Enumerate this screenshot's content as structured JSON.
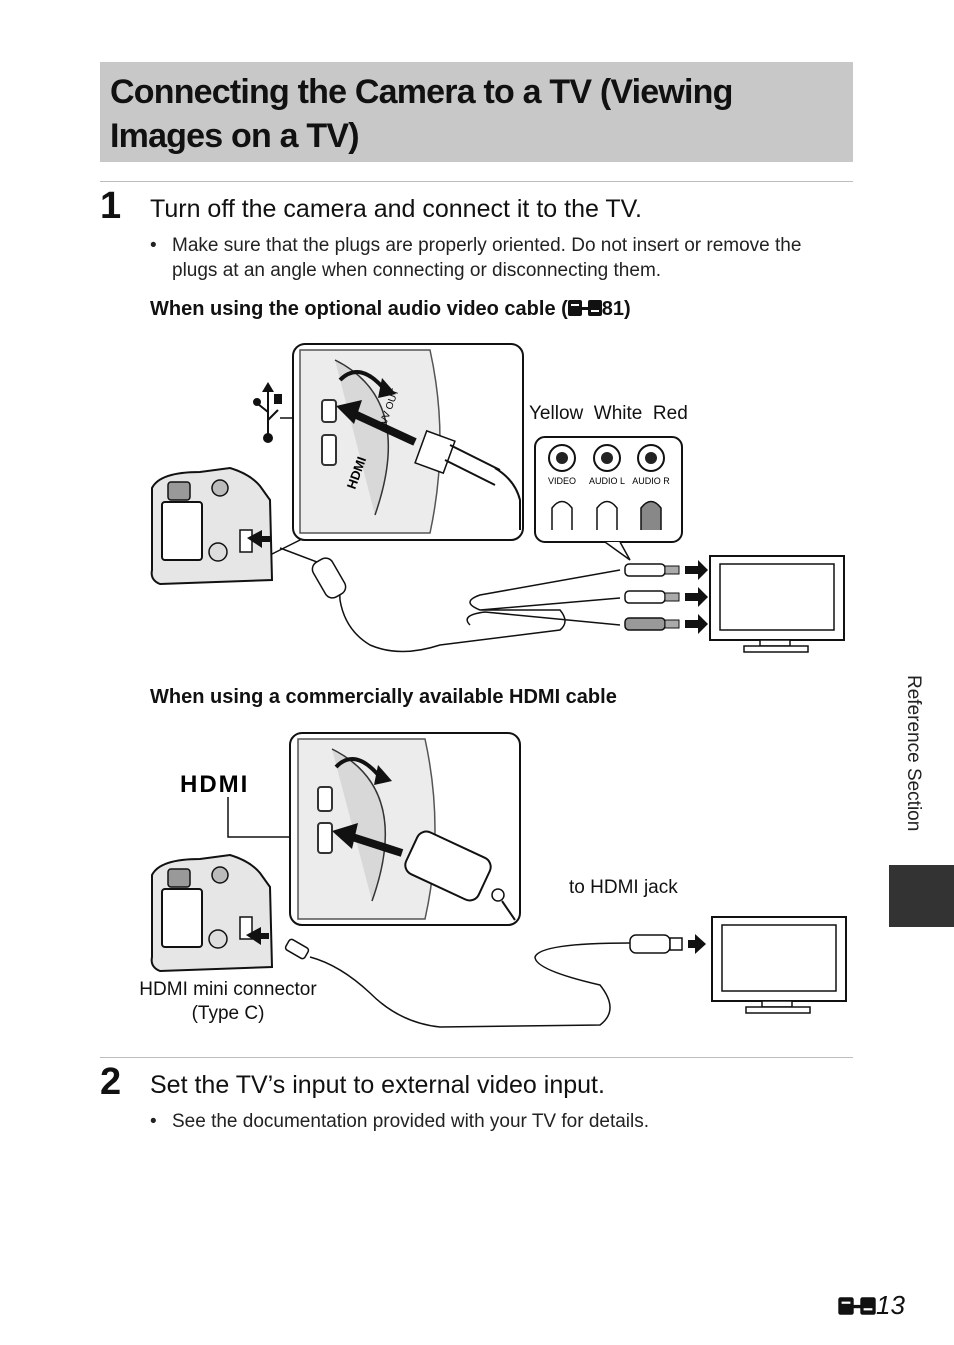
{
  "page": {
    "title": "Connecting the Camera to a TV (Viewing Images on a TV)",
    "side_label": "Reference Section",
    "page_number": "13"
  },
  "step1": {
    "number": "1",
    "heading": "Turn off the camera and connect it to the TV.",
    "bullet": "Make sure that the plugs are properly oriented. Do not insert or remove the plugs at an angle when connecting or disconnecting them.",
    "av_caption_before": "When using the optional audio video cable (",
    "av_caption_ref": "81",
    "av_caption_after": ")",
    "av_colors": "Yellow  White  Red",
    "jack_labels": [
      "VIDEO",
      "AUDIO L",
      "AUDIO R"
    ],
    "hdmi_caption": "When using a commercially available HDMI cable",
    "hdmi_mini_line1": "HDMI mini connector",
    "hdmi_mini_line2": "(Type C)",
    "to_hdmi_jack": "to HDMI jack",
    "hdmi_logo": "HDMI",
    "port_av_label": "A/V OUT",
    "port_hdmi_label": "HDMI"
  },
  "step2": {
    "number": "2",
    "heading": "Set the TV’s input to external video input.",
    "bullet": "See the documentation provided with your TV for details."
  }
}
